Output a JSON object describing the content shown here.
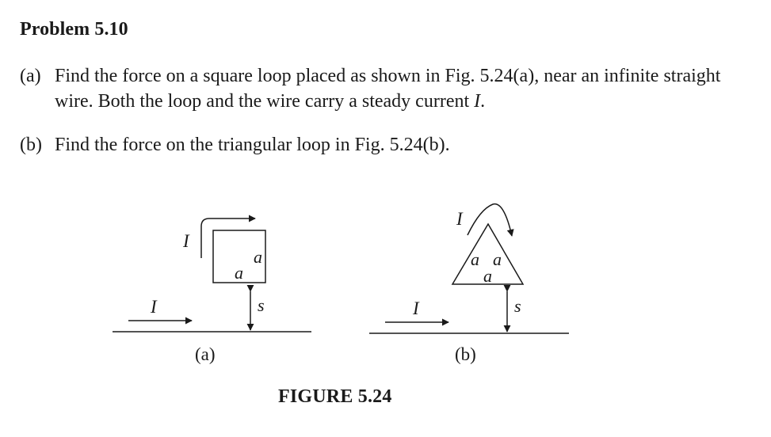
{
  "problem": {
    "title": "Problem 5.10",
    "parts": [
      {
        "label": "(a)",
        "text_before": "Find the force on a square loop placed as shown in Fig. 5.24(a), near an infinite straight wire. Both the loop and the wire carry a steady current ",
        "variable": "I",
        "text_after": "."
      },
      {
        "label": "(b)",
        "text": "Find the force on the triangular loop in Fig. 5.24(b)."
      }
    ]
  },
  "figure": {
    "caption": "FIGURE 5.24",
    "panel_a": {
      "label": "(a)",
      "wire_current": "I",
      "loop_current": "I",
      "side_top": "a",
      "side_bottom": "a",
      "distance": "s"
    },
    "panel_b": {
      "label": "(b)",
      "wire_current": "I",
      "loop_current": "I",
      "side_left": "a",
      "side_right": "a",
      "side_bottom": "a",
      "distance": "s"
    }
  }
}
